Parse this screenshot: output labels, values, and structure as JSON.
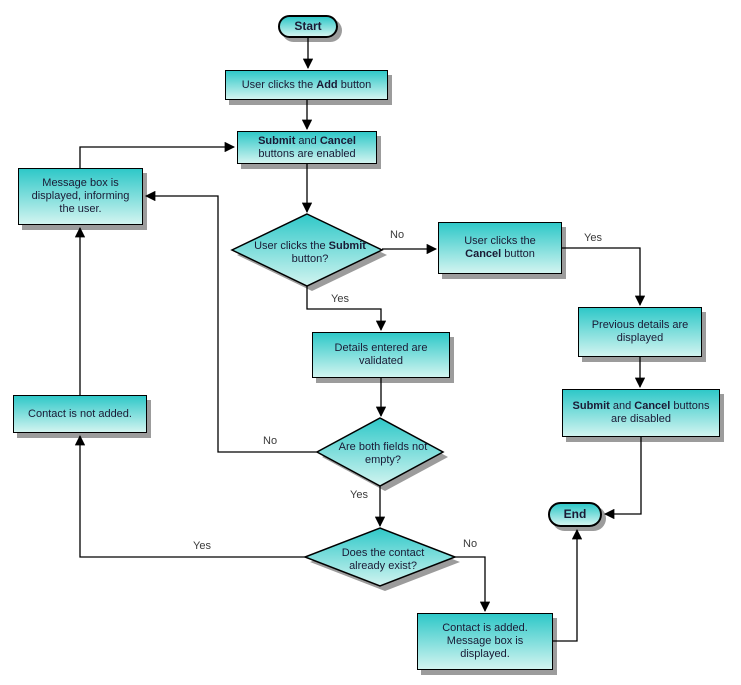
{
  "flow": {
    "nodes": {
      "start": {
        "label": "Start"
      },
      "add_button": {
        "seg0": "User clicks the ",
        "seg1": "Add",
        "seg2": " button"
      },
      "buttons_enabled": {
        "seg0": "Submit",
        "seg1": " and ",
        "seg2": "Cancel",
        "seg3": " buttons are enabled"
      },
      "submit_decision": {
        "seg0": "User clicks the ",
        "seg1": "Submit",
        "seg2": " button?"
      },
      "cancel_button": {
        "seg0": "User clicks the ",
        "seg1": "Cancel",
        "seg2": " button"
      },
      "previous_details": {
        "label": "Previous details are displayed"
      },
      "buttons_disabled": {
        "seg0": "Submit",
        "seg1": " and ",
        "seg2": "Cancel",
        "seg3": " buttons are disabled"
      },
      "end": {
        "label": "End"
      },
      "details_validated": {
        "label": "Details entered are validated"
      },
      "fields_decision": {
        "label": "Are both fields not empty?"
      },
      "exist_decision": {
        "label": "Does the contact already exist?"
      },
      "message_box": {
        "label": "Message box is displayed, informing the user."
      },
      "contact_not_added": {
        "label": "Contact is not added."
      },
      "contact_added": {
        "label": "Contact is added. Message box is displayed."
      }
    },
    "edge_labels": {
      "submit_no": "No",
      "submit_yes": "Yes",
      "cancel_yes": "Yes",
      "fields_no": "No",
      "fields_yes": "Yes",
      "exist_no": "No",
      "exist_yes": "Yes"
    },
    "colors": {
      "node_gradient_top": "#2fc8c8",
      "node_gradient_bottom": "#d2f4f0",
      "border": "#000000",
      "shadow": "#9c9c9c",
      "line": "#000000",
      "text": "#1a1a35",
      "background": "#ffffff"
    }
  }
}
